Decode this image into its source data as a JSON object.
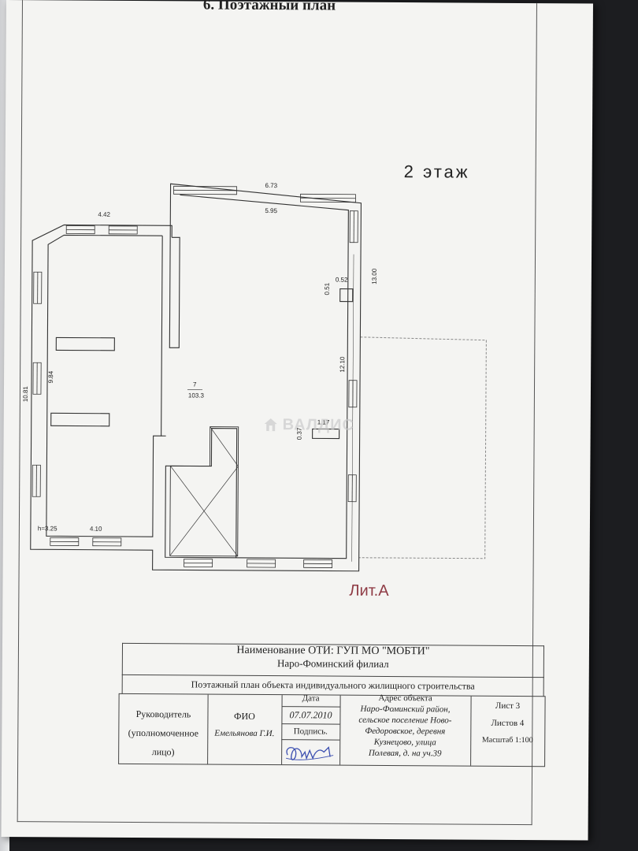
{
  "page": {
    "heading": "6. Поэтажный план",
    "floor_label": "2 этаж",
    "lit_label": "Лит.А",
    "watermark": "ВАЛДИС"
  },
  "plan": {
    "dims": {
      "d673": "6.73",
      "d595": "5.95",
      "d442": "4.42",
      "d052": "0.52",
      "d051": "0.51",
      "d1300": "13.00",
      "d1210": "12.10",
      "d1081": "10.81",
      "d984": "9.84",
      "d117": "1.17",
      "d037": "0.37",
      "d410": "4.10",
      "height": "h=3.25"
    },
    "room_number": "7",
    "room_area": "103.3"
  },
  "title_block": {
    "org_line1": "Наименование ОТИ: ГУП МО \"МОБТИ\"",
    "org_line2": "Наро-Фоминский филиал",
    "subject": "Поэтажный план объекта индивидуального жилищного строительства",
    "role_line1": "Руководитель",
    "role_line2": "(уполномоченное",
    "role_line3": "лицо)",
    "fio_label": "ФИО",
    "fio_value": "Емельянова Г.И.",
    "date_label": "Дата",
    "date_value": "07.07.2010",
    "sign_label": "Подпись.",
    "address_label": "Адрес объекта",
    "address_line1": "Наро-Фоминский район,",
    "address_line2": "сельское поселение Ново-",
    "address_line3": "Федоровское, деревня",
    "address_line4": "Кузнецово, улица",
    "address_line5": "Полевая, д. на уч.39",
    "sheet": "Лист 3",
    "sheets": "Листов 4",
    "scale": "Масштаб 1:100"
  },
  "colors": {
    "lit_label": "#8e3a44",
    "ink": "#222222",
    "signature": "#3c4fb0"
  }
}
